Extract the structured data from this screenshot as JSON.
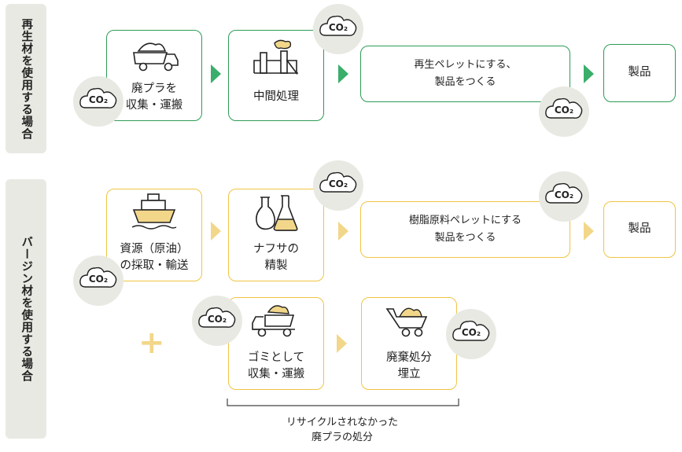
{
  "sections": {
    "recycled": {
      "title": "再生材を使用する場合"
    },
    "virgin": {
      "title": "バージン材を使用する場合"
    }
  },
  "recycled_flow": {
    "step1": "廃プラを\n収集・運搬",
    "step2": "中間処理",
    "step3": "再生ペレットにする、\n製品をつくる",
    "step4": "製品"
  },
  "virgin_flow": {
    "step1": "資源（原油）\nの採取・輸送",
    "step2": "ナフサの\n精製",
    "step3": "樹脂原料ペレットにする\n製品をつくる",
    "step4": "製品",
    "waste1": "ゴミとして\n収集・運搬",
    "waste2": "廃棄処分\n埋立",
    "plus": "+",
    "note": "リサイクルされなかった\n廃プラの処分"
  },
  "co2_label": "CO₂",
  "colors": {
    "recycled_accent": "#2f9b57",
    "virgin_accent": "#f0c445",
    "badge_bg": "#e9e9e3"
  },
  "icons": [
    "dump-truck-icon",
    "factory-icon",
    "ship-icon",
    "flask-icon",
    "wheelbarrow-icon"
  ]
}
